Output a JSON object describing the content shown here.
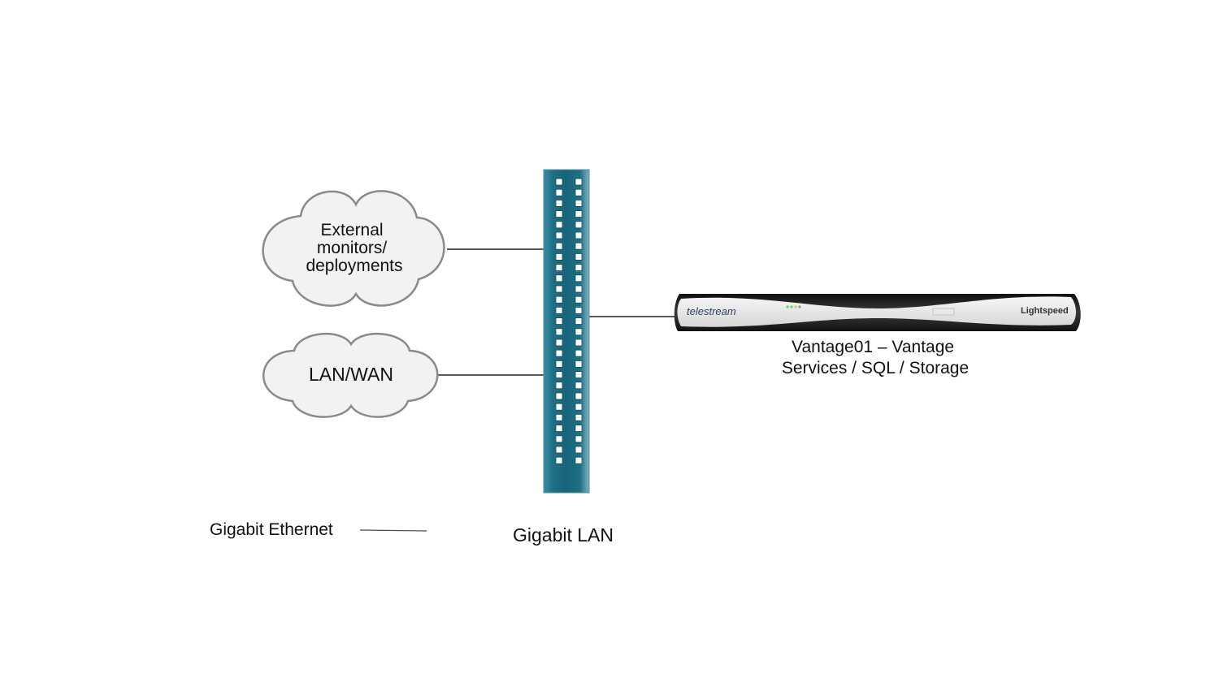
{
  "nodes": {
    "external_cloud": {
      "lines": [
        "External",
        "monitors/",
        "deployments"
      ]
    },
    "lan_wan_cloud": {
      "label": "LAN/WAN"
    },
    "switch": {
      "label": "Gigabit LAN",
      "port_rows": 27,
      "port_columns": 2
    },
    "server": {
      "brand": "telestream",
      "model": "Lightspeed",
      "caption_lines": [
        "Vantage01 – Vantage",
        "Services / SQL / Storage"
      ]
    }
  },
  "connections": [
    {
      "from": "external_cloud",
      "to": "switch",
      "type": "Gigabit Ethernet"
    },
    {
      "from": "lan_wan_cloud",
      "to": "switch",
      "type": "Gigabit Ethernet"
    },
    {
      "from": "switch",
      "to": "server",
      "type": "Gigabit Ethernet"
    }
  ],
  "legend": {
    "label": "Gigabit Ethernet"
  },
  "colors": {
    "cloud_fill": "#f2f2f2",
    "cloud_stroke": "#8a8a8a",
    "switch_teal": "#1f6f84",
    "server_dark": "#2a2a2a",
    "server_face": "#e8e8e8",
    "link": "#222222"
  }
}
